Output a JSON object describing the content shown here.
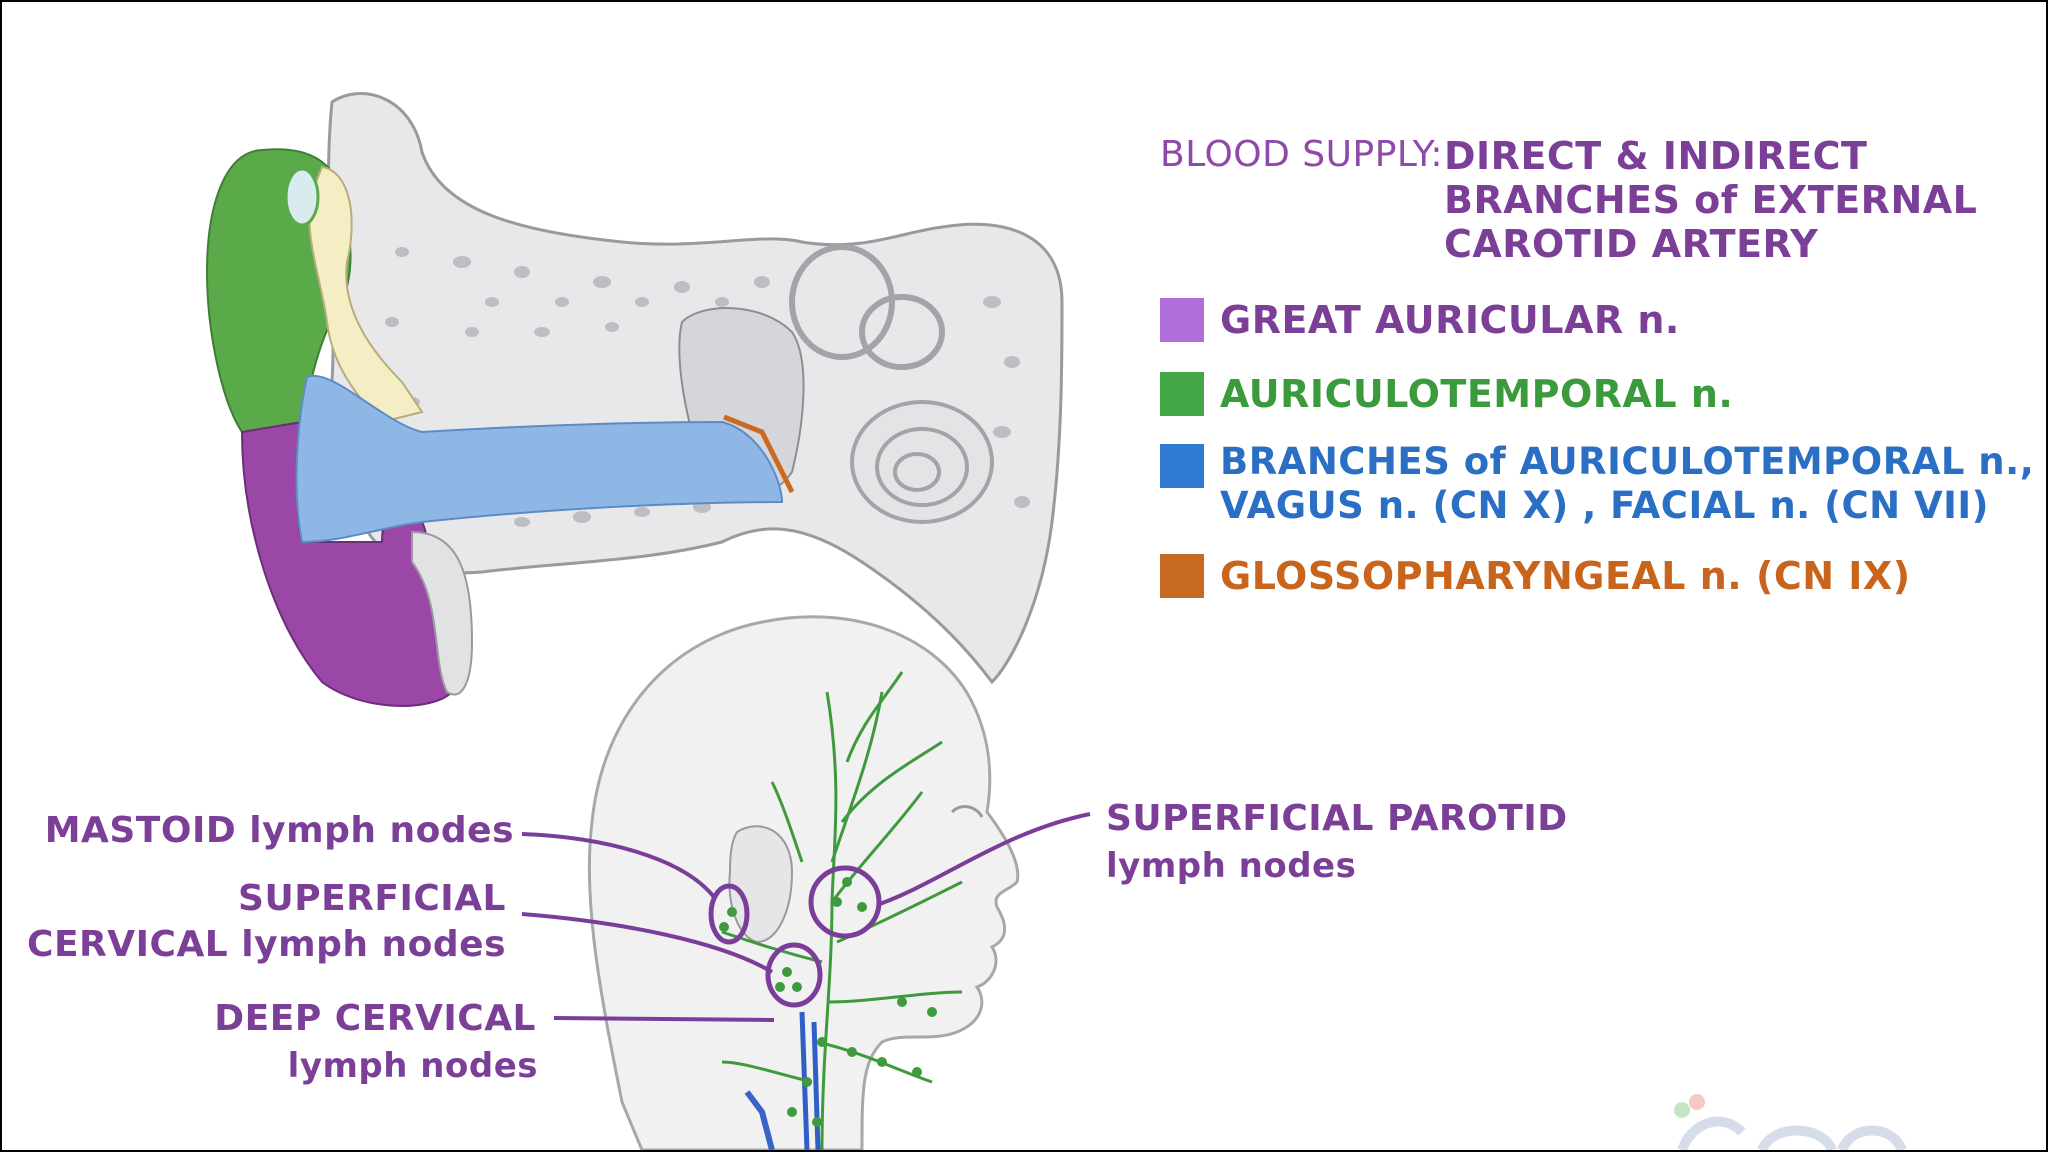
{
  "blood_supply": {
    "label": "BLOOD SUPPLY:",
    "lines": [
      "DIRECT & INDIRECT",
      "BRANCHES of EXTERNAL",
      "CAROTID ARTERY"
    ]
  },
  "legend": [
    {
      "text": "GREAT AURICULAR n.",
      "color": "#b06fd8"
    },
    {
      "text": "AURICULOTEMPORAL n.",
      "color": "#43a646"
    },
    {
      "lines": [
        "BRANCHES of AURICULOTEMPORAL n.,",
        "VAGUS n. (CN X) , FACIAL n. (CN VII)"
      ],
      "color": "#2f7bd1"
    },
    {
      "text": "GLOSSOPHARYNGEAL n. (CN IX)",
      "color": "#c96a23"
    }
  ],
  "lymph_labels": {
    "mastoid": "MASTOID lymph nodes",
    "superficial_cervical": [
      "SUPERFICIAL",
      "CERVICAL lymph nodes"
    ],
    "deep_cervical": [
      "DEEP CERVICAL",
      "lymph nodes"
    ],
    "superficial_parotid": [
      "SUPERFICIAL PAROTID",
      "lymph nodes"
    ]
  },
  "colors": {
    "label_purple": "#7b3f98",
    "circle_purple": "#7a3d9a",
    "lymph_green": "#3f9a3e"
  }
}
